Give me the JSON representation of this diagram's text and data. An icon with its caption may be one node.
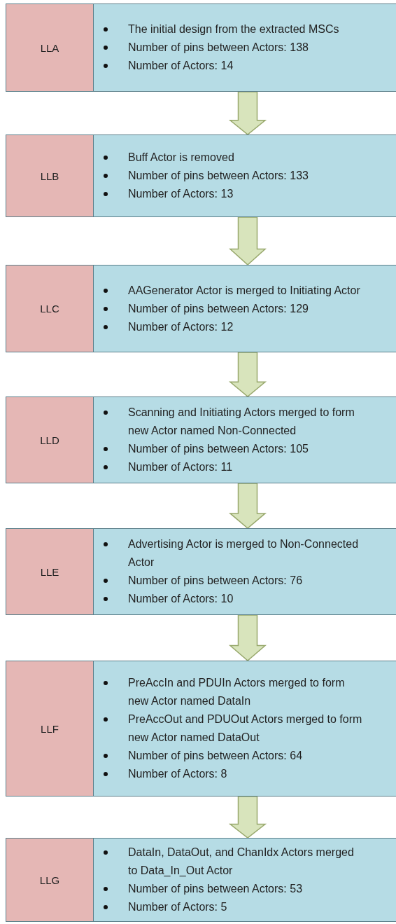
{
  "diagram": {
    "nodes": [
      {
        "text": [
          "LLA"
        ]
      },
      {
        "text": [
          "The initial design from the extracted MSCs",
          "Number of pins between Actors: 138",
          "Number of Actors: 14"
        ]
      },
      {
        "text": [
          "LLB"
        ]
      },
      {
        "text": [
          "Buff Actor is removed",
          "Number of pins between Actors: 133",
          "Number of Actors: 13"
        ]
      },
      {
        "text": [
          "LLC"
        ]
      },
      {
        "text": [
          "AAGenerator Actor is merged to Initiating Actor",
          "Number of pins between Actors: 129",
          "Number of Actors: 12"
        ]
      },
      {
        "text": [
          "LLD"
        ]
      },
      {
        "text": [
          "Scanning and Initiating Actors merged to form new Actor named Non-Connected",
          "Number of pins between Actors: 105",
          "Number of Actors: 11"
        ]
      },
      {
        "text": [
          "LLE"
        ]
      },
      {
        "text": [
          "Advertising Actor is merged to Non-Connected Actor",
          "Number of pins between Actors: 76",
          "Number of Actors: 10"
        ]
      },
      {
        "text": [
          "LLF"
        ]
      },
      {
        "text": [
          "PreAccIn and PDUIn Actors merged to form new Actor named DataIn",
          "PreAccOut and PDUOut Actors merged to form new Actor named DataOut",
          "Number of pins between Actors: 64",
          "Number of Actors: 8"
        ]
      },
      {
        "text": [
          "LLG"
        ]
      },
      {
        "text": [
          "DataIn, DataOut, and ChanIdx Actors merged to Data_In_Out Actor",
          "Number of pins between Actors: 53",
          "Number of Actors: 5"
        ]
      }
    ],
    "edges": [
      {
        "from": 1,
        "to": 3,
        "arrow": "to"
      },
      {
        "from": 3,
        "to": 5,
        "arrow": "to"
      },
      {
        "from": 5,
        "to": 7,
        "arrow": "to"
      },
      {
        "from": 7,
        "to": 9,
        "arrow": "to"
      },
      {
        "from": 9,
        "to": 11,
        "arrow": "to"
      },
      {
        "from": 11,
        "to": 13,
        "arrow": "to"
      }
    ]
  }
}
